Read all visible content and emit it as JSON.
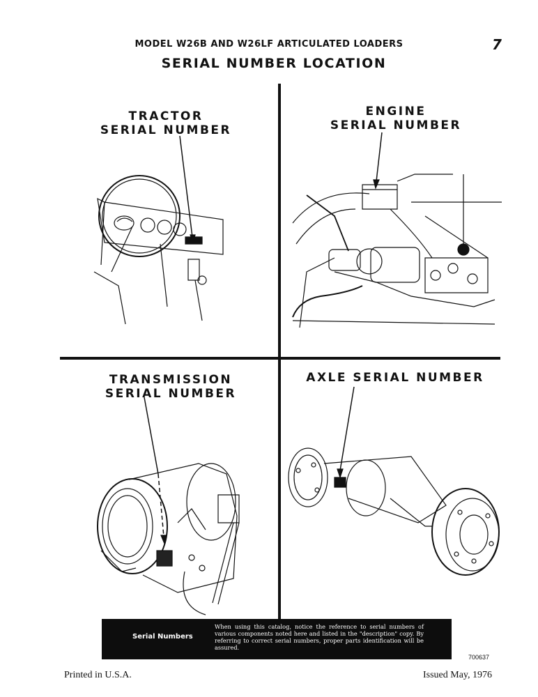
{
  "header": {
    "model_line": "MODEL W26B AND W26LF ARTICULATED LOADERS",
    "page_number": "7",
    "title": "SERIAL NUMBER LOCATION"
  },
  "panels": {
    "tractor": {
      "label_line1": "TRACTOR",
      "label_line2": "SERIAL NUMBER"
    },
    "engine": {
      "label_line1": "ENGINE",
      "label_line2": "SERIAL NUMBER"
    },
    "transmission": {
      "label_line1": "TRANSMISSION",
      "label_line2": "SERIAL NUMBER"
    },
    "axle": {
      "label_line1": "AXLE SERIAL NUMBER"
    }
  },
  "callout": {
    "title": "Serial Numbers",
    "body": "When using this catalog, notice the reference to serial numbers of various components noted here and listed in the \"description\" copy. By referring to correct serial numbers, proper parts identification will be assured."
  },
  "figure_number": "700637",
  "footer": {
    "left": "Printed in U.S.A.",
    "right": "Issued May, 1976"
  }
}
